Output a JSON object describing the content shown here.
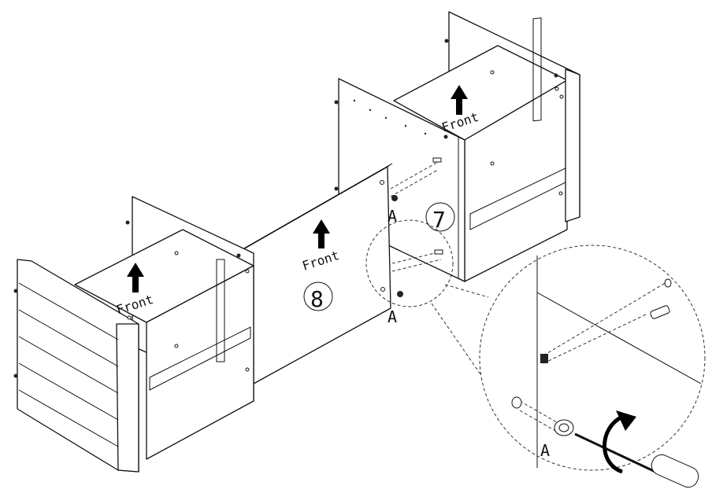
{
  "labels": {
    "front_left": "Front",
    "front_middle": "Front",
    "front_right": "Front",
    "part_a_upper": "A",
    "part_a_lower": "A",
    "part_a_detail": "A",
    "step_left": "8",
    "step_right": "7"
  },
  "colors": {
    "line": "#111111",
    "background": "#ffffff",
    "arrow": "#000000"
  },
  "icons": [
    "up-arrow-icon",
    "rotate-arrow-icon",
    "screwdriver-icon",
    "cam-lock-icon",
    "dowel-icon"
  ]
}
